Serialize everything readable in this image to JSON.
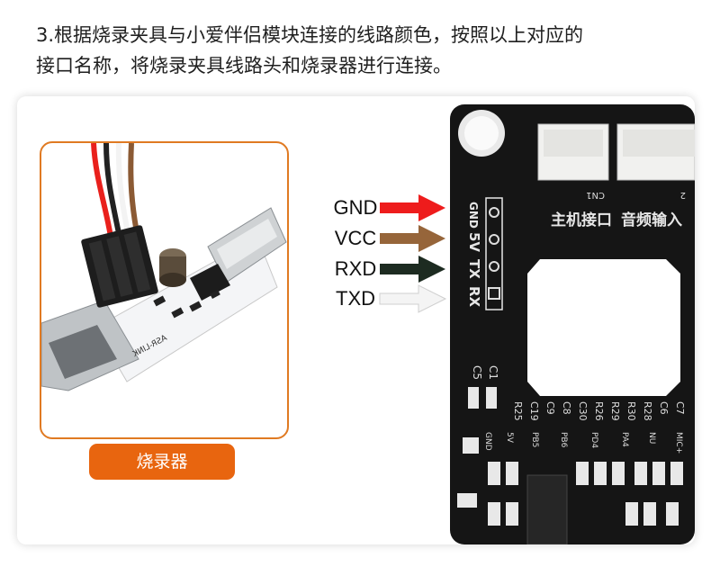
{
  "instruction": {
    "line1": "3.根据烧录夹具与小爱伴侣模块连接的线路颜色，按照以上对应的",
    "line2": "接口名称，将烧录夹具线路头和烧录器进行连接。"
  },
  "device_caption": "烧录器",
  "device_print": "ASR-LINK",
  "connections": [
    {
      "name": "GND",
      "pin": "GND",
      "color": "#ee1c1c"
    },
    {
      "name": "VCC",
      "pin": "5V",
      "color": "#96653a"
    },
    {
      "name": "RXD",
      "pin": "TX",
      "color": "#1d2b21"
    },
    {
      "name": "TXD",
      "pin": "RX",
      "color": "#f2f2f2"
    }
  ],
  "board": {
    "host_label": "主机接口",
    "audio_label": "音频输入",
    "connector_labels": [
      "CN1",
      "2"
    ],
    "components_row1": [
      "C5",
      "C1"
    ],
    "components_row2": [
      "R25",
      "C19",
      "C9",
      "C8",
      "C30",
      "R26",
      "R29",
      "R30",
      "R28",
      "C6",
      "C7"
    ],
    "pin_labels": [
      "GND",
      "5V",
      "PB5",
      "PB6",
      "PD4",
      "PA4",
      "NU",
      "MIC+"
    ]
  }
}
